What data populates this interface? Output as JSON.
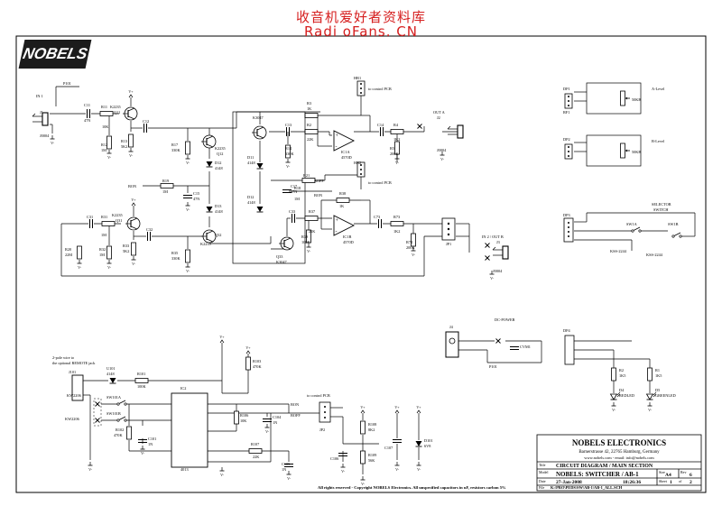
{
  "watermark": {
    "line1": "收音机爱好者资料库",
    "line2": "Radi oFans. CN"
  },
  "logo_text": "NOBELS",
  "title_block": {
    "company": "NOBELS ELECTRONICS",
    "address": "Barnerstrasse 42, 22765 Hamburg, Germany",
    "web": "www.nobels.com - email: info@nobels.com",
    "label_title": "Title",
    "diagram_title": "CIRCUIT DIAGRAM / MAIN SECTION",
    "label_model": "Model",
    "model": "NOBELS: SWITCHER / AB-1",
    "label_size": "Size",
    "size": "A4",
    "label_rev": "Rev",
    "rev": "6",
    "label_date": "Date",
    "date": "27-Jan-2008",
    "time": "18:26:36",
    "label_sheet": "Sheet",
    "sheet": "1",
    "label_of": "of",
    "sheets": "2",
    "label_file": "File",
    "file": "K:\\PRO\\PEDS\\SW\\AB-1\\AB-1_ALL.SCH",
    "copyright": "All rights reserved - Copyright NOBELS Electronics. All unspecified capacitors in uF, resistors carbon 5%"
  },
  "labels": {
    "j1": "J1",
    "j1_pin": "IN 1",
    "j1_type": "J0004",
    "p101": "P101",
    "c11": "C11",
    "c11v": "47N",
    "r11": "R11",
    "r11v": "10K",
    "q11": "Q11",
    "q11t": "K2235",
    "r12": "R12",
    "r12v": "1M",
    "r13": "R13",
    "r13v": "5K2",
    "c12": "C12",
    "r17": "R17",
    "r17v": "330K",
    "q12": "Q12",
    "q12t": "K2235",
    "d12": "D12",
    "d12t": "4148",
    "c15": "C15",
    "c15v": "47N",
    "d11": "D11",
    "d11t": "4148",
    "d13": "D13",
    "d13t": "4148",
    "q13": "Q13",
    "q13t": "K2235",
    "r16": "R16",
    "r18": "R18",
    "k_top": "K3047",
    "c13": "C13",
    "r14": "R14",
    "r14v": "330K",
    "c17": "C17",
    "c17v": "47N",
    "r18v": "1M",
    "boff": "BOFF",
    "bon": "BON",
    "r19": "R19",
    "r19v": "1M",
    "r21": "R21",
    "r22": "R22",
    "rl1": "RL1",
    "hr1": "HR1",
    "ctrl1": "to control PCB",
    "hr2": "HR2",
    "ctrl2": "to control PCB",
    "r3": "R3",
    "r3v": "1K",
    "r2": "R2",
    "r2v": "22K",
    "ic1a": "IC1A",
    "ic1at": "4570D",
    "c14": "C14",
    "r4": "R4",
    "r4v": "1K2",
    "r5": "R5",
    "r5v": "200K",
    "out_a": "OUT A",
    "j2": "J2",
    "j2t": "J0004",
    "c31": "C31",
    "r31": "R31",
    "r31v": "1M",
    "q31": "Q31",
    "q31t": "K2235",
    "r32": "R32",
    "r32v": "1M",
    "r33": "R33",
    "r33v": "5K2",
    "c32": "C32",
    "r35": "R35",
    "r35v": "330K",
    "q32": "Q32",
    "q32t": "K2235",
    "q33": "Q33",
    "q33t": "K3047",
    "r38": "R38",
    "r38v": "1K",
    "r37": "R37",
    "r37v": "22K",
    "c33": "C33",
    "r39": "R39",
    "r39v": "100K",
    "ic1b": "IC1B",
    "ic1bt": "4570D",
    "c73": "C73",
    "r73": "R73",
    "r73v": "1K2",
    "r74": "R74",
    "r74v": "200K",
    "r20": "R20",
    "r20v": "22M",
    "r30": "R30",
    "r30v": "22M",
    "jp1": "JP1",
    "j3": "J3",
    "in2": "IN 2 / OUT B",
    "j3t": "J0004",
    "rf1": "RF1",
    "dp1": "DP1",
    "dp2": "DP2",
    "dp3": "DP3",
    "dp4": "DP4",
    "a_level": "A-Level",
    "b_level": "B-Level",
    "pot": "50KB",
    "selector": "SELECTOR",
    "switch": "SWITCH",
    "sw1a": "SW1A",
    "sw1b": "SW1B",
    "ksm1": "KSS-2244",
    "ksm2": "KSS-2244",
    "dc_power": "DC-POWER",
    "j4": "J4",
    "p101b": "P101",
    "cvm1": "CVM1",
    "j5": "J5",
    "r1": "R1",
    "r1v": "1K5",
    "r2b": "R2",
    "r2bv": "1K5",
    "d4": "D4",
    "d4t": "REDLED",
    "d5": "D5",
    "d5t": "GREENLED",
    "remote_note1": "2-pole wire to",
    "remote_note2": "the optional REMOTE jack",
    "j101": "J101",
    "j101t": "KW2206",
    "u101": "U101",
    "u101t": "4148",
    "sw101a": "SW101A",
    "sw101b": "SW101B",
    "sw102": "KW2206",
    "r101": "R101",
    "r101v": "100K",
    "r102": "R102",
    "r102v": "470K",
    "r103": "R103",
    "r103v": "470K",
    "ic2": "IC2",
    "ic2t": "4013",
    "ic2b": "IC2",
    "c101": "C101",
    "c101v": "1N",
    "r104": "R104",
    "r104v": "22K",
    "r105": "R105",
    "c104": "C104",
    "c104v": "1N",
    "c105": "C105",
    "c105v": "1N",
    "r106": "R106",
    "r106v": "10K",
    "r107": "R107",
    "bon2": "BON",
    "boff2": "BOFF",
    "ctrl3": "to control PCB",
    "jp2": "JP2",
    "r108": "R108",
    "r108v": "8K2",
    "r109": "R109",
    "r109v": "56K",
    "c106": "C106",
    "c107": "C107",
    "d101": "D101",
    "d101t": "6V8"
  }
}
